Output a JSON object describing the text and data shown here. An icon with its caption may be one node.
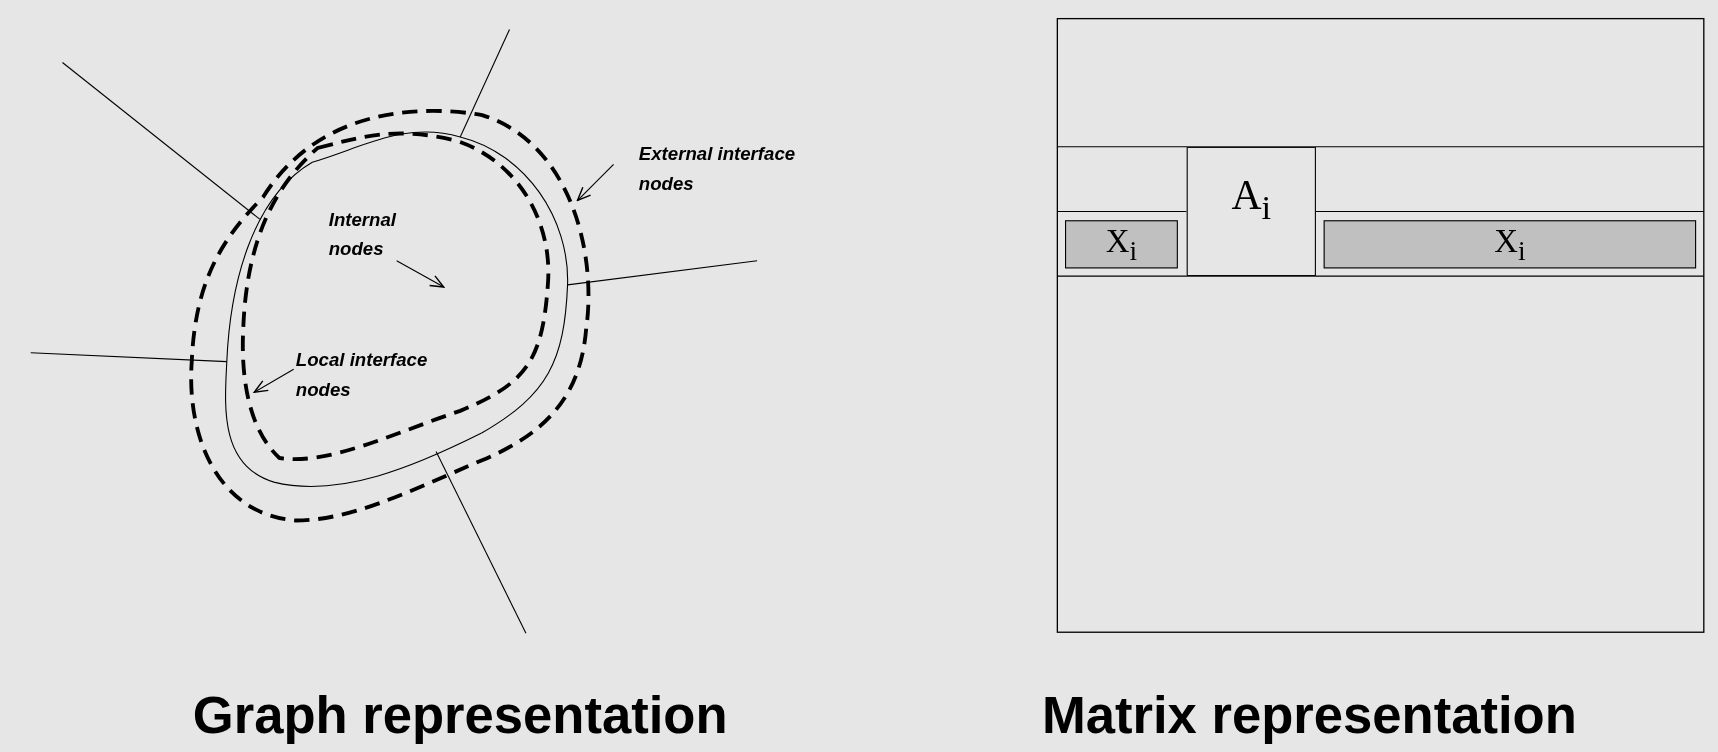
{
  "diagram": {
    "nodes": [
      {
        "text": [
          "Internal nodes"
        ]
      },
      {
        "text": [
          "External interface nodes"
        ]
      },
      {
        "text": [
          "Local interface nodes"
        ]
      },
      {
        "text": [
          "A$_{i}$"
        ]
      },
      {
        "text": [
          "X$_{i}$"
        ]
      },
      {
        "text": [
          "X$_{i}$"
        ]
      }
    ],
    "edges": [
      {
        "from": 0,
        "to": null,
        "arrow": "to"
      },
      {
        "from": 1,
        "to": null,
        "arrow": "to"
      },
      {
        "from": 2,
        "to": null,
        "arrow": "to"
      }
    ],
    "labels": [
      "Graph representation",
      "Matrix representation"
    ]
  }
}
